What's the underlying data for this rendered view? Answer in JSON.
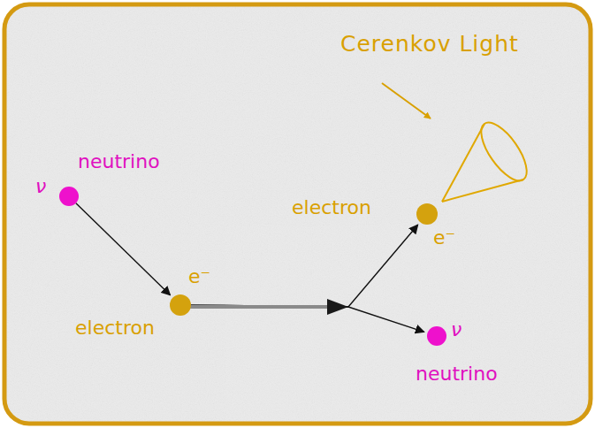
{
  "diagram": {
    "nodes": [
      {
        "text": [
          "ν",
          "neutrino"
        ]
      },
      {
        "text": [
          "e⁻",
          "electron"
        ]
      },
      {
        "text": [
          "electron",
          "e⁻"
        ]
      },
      {
        "text": [
          "ν",
          "neutrino"
        ]
      }
    ],
    "edges": [
      {
        "from": 0,
        "to": 1,
        "arrow": "to"
      },
      {
        "from": 1,
        "to": 2,
        "arrow": "to"
      },
      {
        "from": 1,
        "to": 3,
        "arrow": "to"
      }
    ],
    "labels": [
      "Cerenkov Light"
    ]
  }
}
